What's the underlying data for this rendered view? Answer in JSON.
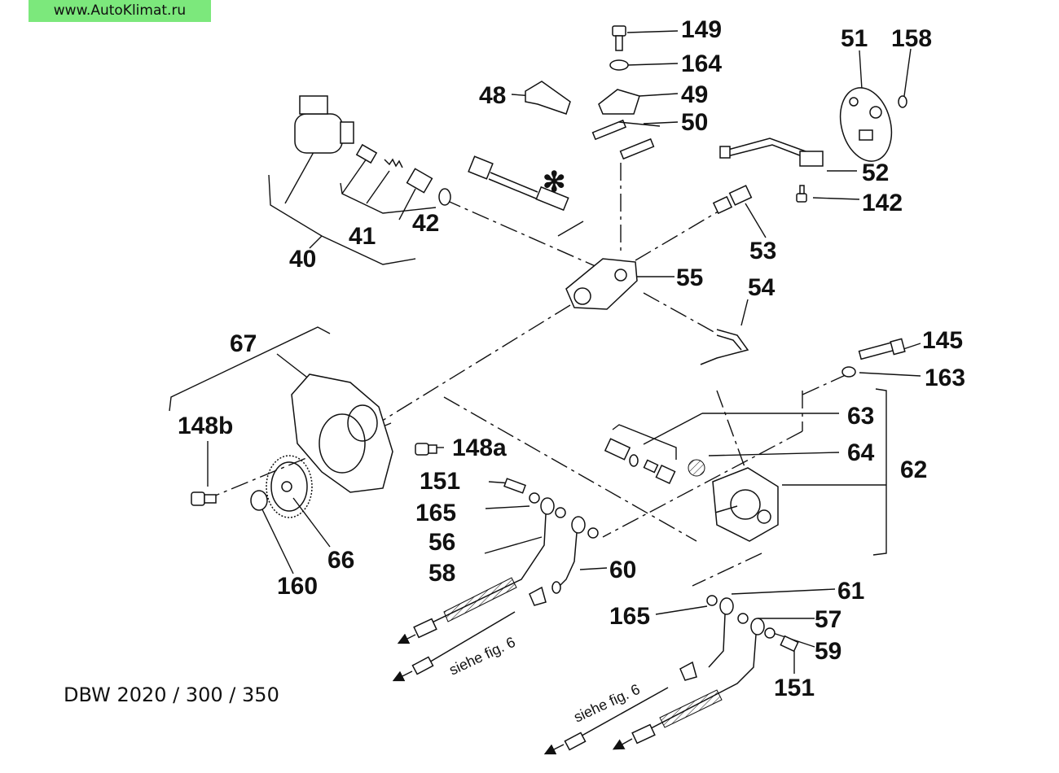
{
  "site": "www.AutoKlimat.ru",
  "model": "DBW 2020 / 300 / 350",
  "note_text": "siehe fig. 6",
  "asterisk": "✻",
  "labels": {
    "l149": "149",
    "l164": "164",
    "l49": "49",
    "l50": "50",
    "l48": "48",
    "l51": "51",
    "l158": "158",
    "l52": "52",
    "l142": "142",
    "l40": "40",
    "l41": "41",
    "l42": "42",
    "l53": "53",
    "l55": "55",
    "l54": "54",
    "l67": "67",
    "l145": "145",
    "l163": "163",
    "l148b": "148b",
    "l148a": "148a",
    "l63": "63",
    "l64": "64",
    "l62": "62",
    "l151a": "151",
    "l165a": "165",
    "l56": "56",
    "l58": "58",
    "l60": "60",
    "l66": "66",
    "l160": "160",
    "l61": "61",
    "l165b": "165",
    "l57": "57",
    "l59": "59",
    "l151b": "151"
  }
}
